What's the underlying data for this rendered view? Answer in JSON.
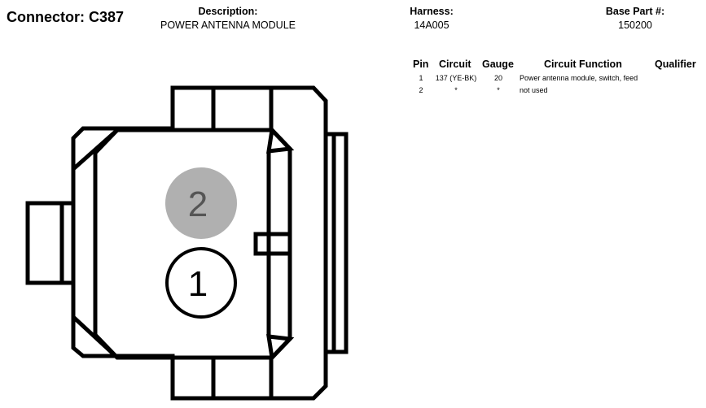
{
  "header": {
    "connector_title": "Connector: C387",
    "description_label": "Description:",
    "description_value": "POWER ANTENNA MODULE",
    "harness_label": "Harness:",
    "harness_value": "14A005",
    "base_part_label": "Base Part #:",
    "base_part_value": "150200"
  },
  "table": {
    "columns": [
      "Pin",
      "Circuit",
      "Gauge",
      "Circuit Function",
      "Qualifier"
    ],
    "rows": [
      {
        "pin": "1",
        "circuit": "137 (YE-BK)",
        "gauge": "20",
        "function": "Power antenna module, switch, feed"
      },
      {
        "pin": "2",
        "circuit": "*",
        "gauge": "*",
        "function": "not used"
      }
    ]
  },
  "diagram": {
    "pins": [
      {
        "label": "2",
        "status": "not used",
        "fill": "#b0b0b0",
        "text_color": "#555555"
      },
      {
        "label": "1",
        "status": "used",
        "fill": "#ffffff",
        "text_color": "#000000"
      }
    ]
  }
}
